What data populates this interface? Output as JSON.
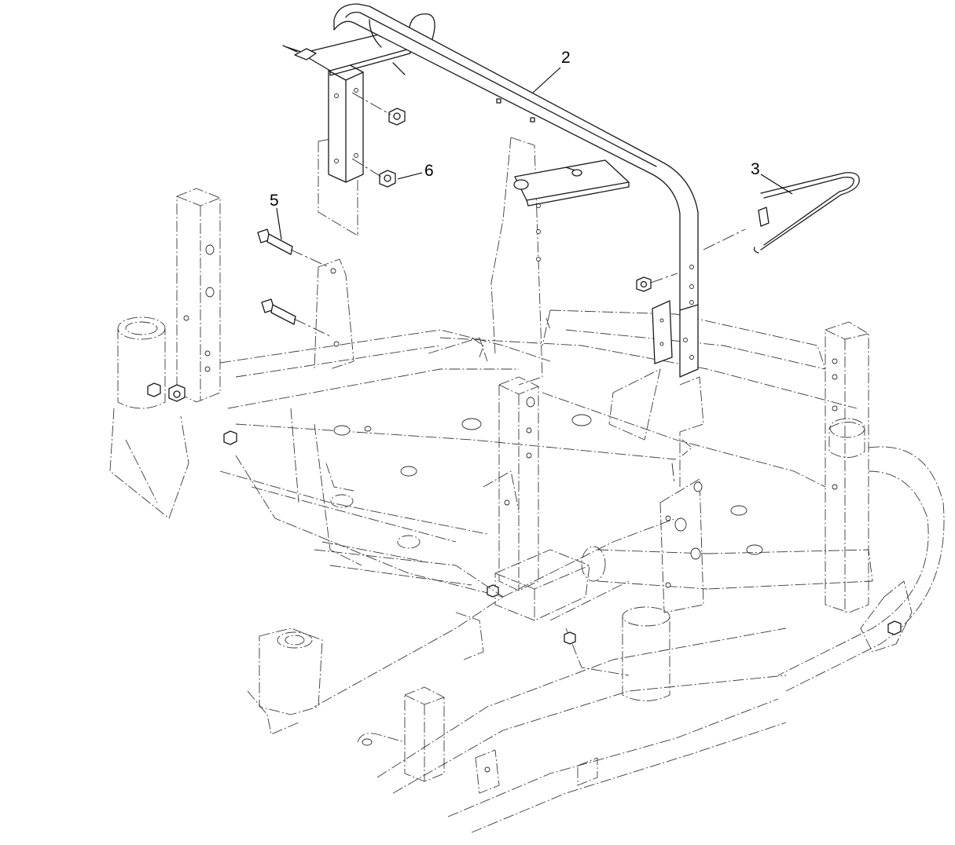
{
  "callouts": [
    {
      "id": "2",
      "label": "2"
    },
    {
      "id": "3",
      "label": "3"
    },
    {
      "id": "5",
      "label": "5"
    },
    {
      "id": "6",
      "label": "6"
    }
  ],
  "colors": {
    "line": "#1a1a1a",
    "phantom": "#3a3a3a",
    "background": "#ffffff"
  },
  "parts": [
    {
      "name": "roll-bar-upper"
    },
    {
      "name": "retaining-pin"
    },
    {
      "name": "bolt"
    },
    {
      "name": "flange-nut"
    },
    {
      "name": "mower-frame-phantom"
    }
  ]
}
